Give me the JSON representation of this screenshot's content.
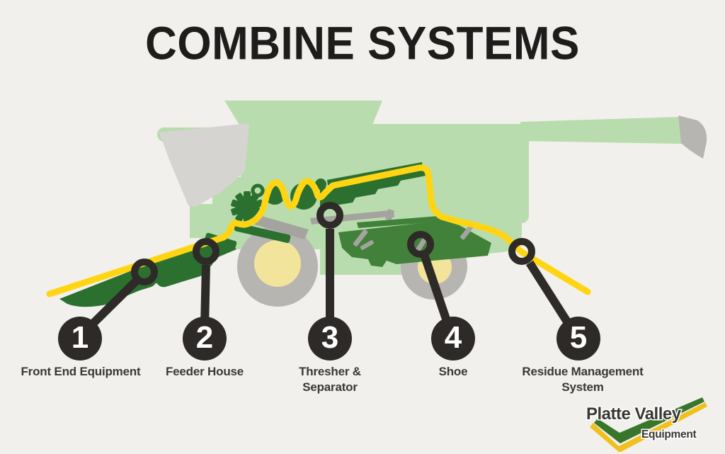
{
  "title": "COMBINE SYSTEMS",
  "diagram": {
    "subject": "combine-harvester-cutaway-side-view",
    "machine_parts": [
      "grain-tank",
      "cab",
      "unload-auger",
      "front-wheel",
      "rear-wheel",
      "header-blade",
      "feeder-house-rollers",
      "threshing-gear",
      "rotors",
      "straw-walkers",
      "cleaning-shoe",
      "crop-flow-line"
    ]
  },
  "callouts": [
    {
      "number": "1",
      "label": "Front End Equipment"
    },
    {
      "number": "2",
      "label": "Feeder House"
    },
    {
      "number": "3",
      "label": "Thresher &\nSeparator"
    },
    {
      "number": "4",
      "label": "Shoe"
    },
    {
      "number": "5",
      "label": "Residue Management\nSystem"
    }
  ],
  "logo": {
    "brand": "Platte Valley",
    "tagline": "Equipment"
  },
  "colors": {
    "background": "#f2f0ed",
    "title_text": "#1f1d1b",
    "label_text": "#3a3734",
    "callout_black": "#2d2a27",
    "number_text": "#ffffff",
    "body_green": "#b9dcae",
    "dark_green": "#2c7030",
    "mid_green": "#41813a",
    "cab_gray": "#d6d4d1",
    "wheel_gray": "#b7b5b2",
    "hub_cream": "#f3e49b",
    "accent_gray": "#a5a3a0",
    "flow_yellow": "#ffd513",
    "logo_green": "#37762b",
    "logo_yellow": "#f0c01e",
    "logo_text": "#3a3835"
  }
}
